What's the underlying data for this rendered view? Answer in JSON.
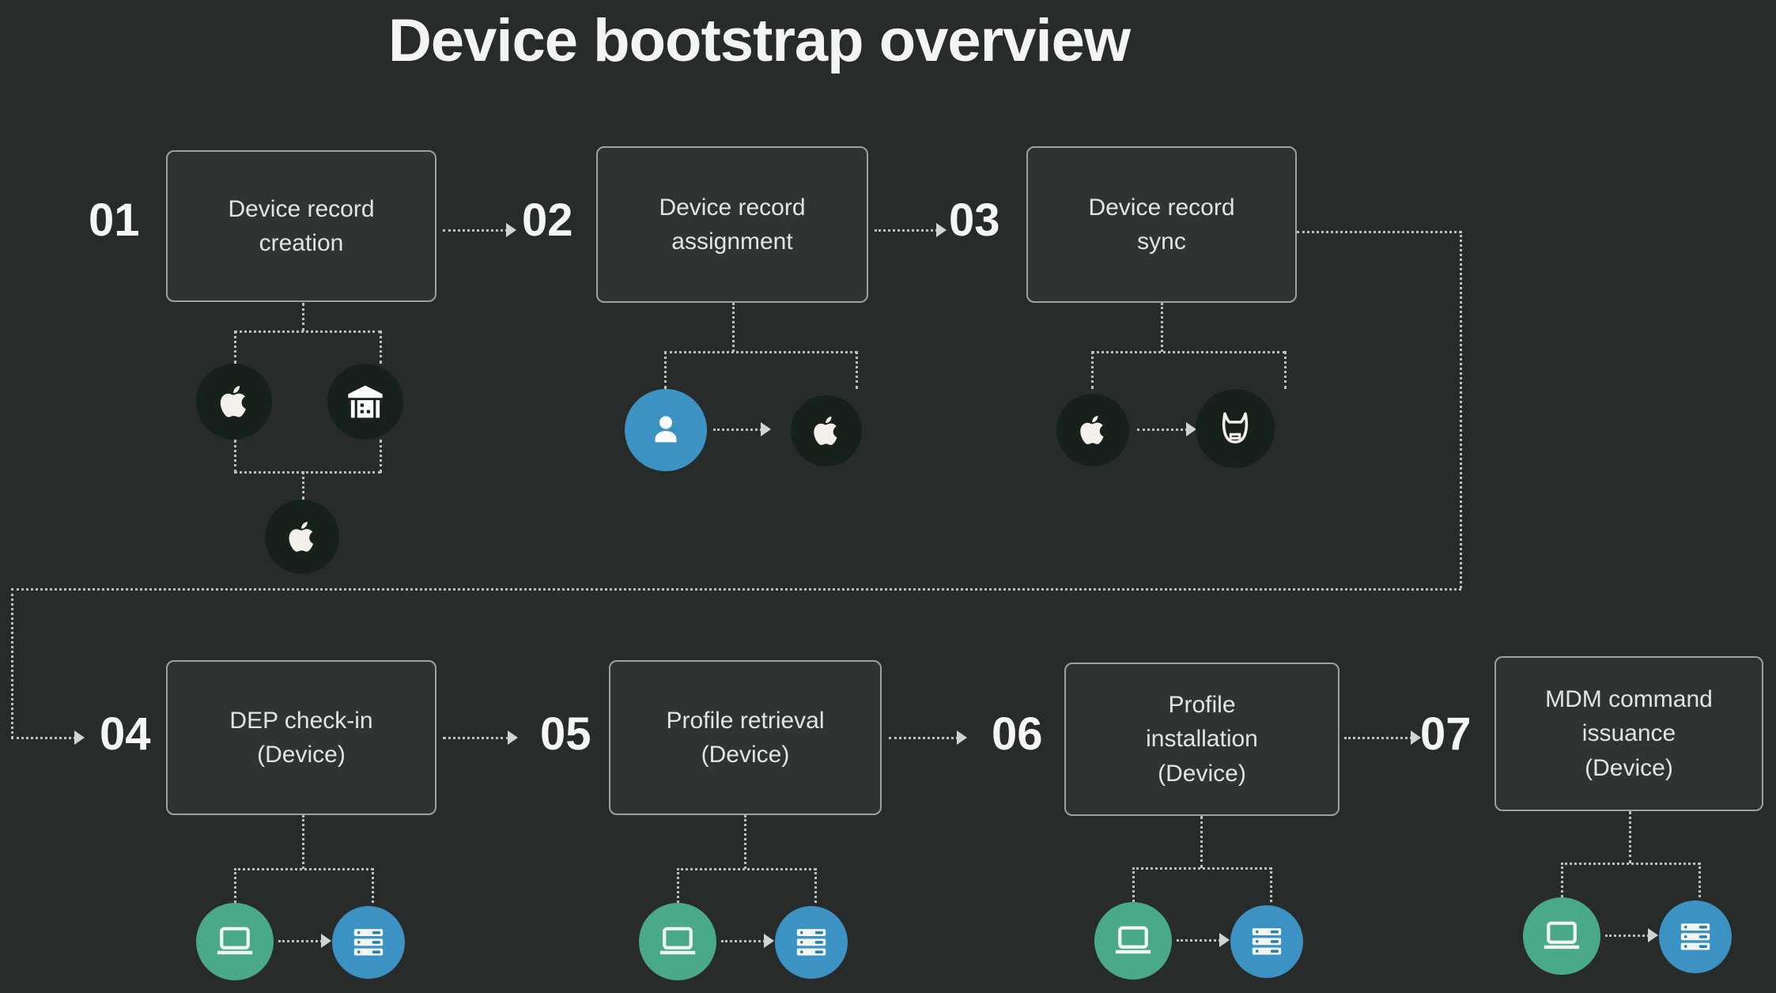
{
  "title": "Device bootstrap overview",
  "theme": {
    "background": "#272c2b",
    "box_fill": "#2e3432",
    "box_border": "#9aa3a0",
    "text": "#e2e5e2",
    "number": "#f6f7f5",
    "connector": "#b9c0bd",
    "circle_dark": "#16211c",
    "circle_blue": "#3d92c4",
    "circle_green": "#4aaa88",
    "icon_white": "#f2f0e8"
  },
  "steps": [
    {
      "number": "01",
      "label_lines": [
        "Device record",
        "creation"
      ]
    },
    {
      "number": "02",
      "label_lines": [
        "Device record",
        "assignment"
      ]
    },
    {
      "number": "03",
      "label_lines": [
        "Device record",
        "sync"
      ]
    },
    {
      "number": "04",
      "label_lines": [
        "DEP check-in",
        "(Device)"
      ]
    },
    {
      "number": "05",
      "label_lines": [
        "Profile retrieval",
        "(Device)"
      ]
    },
    {
      "number": "06",
      "label_lines": [
        "Profile",
        "installation",
        "(Device)"
      ]
    },
    {
      "number": "07",
      "label_lines": [
        "MDM command",
        "issuance",
        "(Device)"
      ]
    }
  ],
  "actors": {
    "step01": [
      {
        "icon": "apple-icon",
        "style": "dark"
      },
      {
        "icon": "warehouse-icon",
        "style": "dark"
      },
      {
        "icon": "apple-icon",
        "style": "dark"
      }
    ],
    "step02": [
      {
        "icon": "user-icon",
        "style": "blue"
      },
      {
        "icon": "apple-icon",
        "style": "dark"
      }
    ],
    "step03": [
      {
        "icon": "apple-icon",
        "style": "dark"
      },
      {
        "icon": "dog-head-icon",
        "style": "dark"
      }
    ],
    "step04": [
      {
        "icon": "laptop-icon",
        "style": "green"
      },
      {
        "icon": "server-icon",
        "style": "blue"
      }
    ],
    "step05": [
      {
        "icon": "laptop-icon",
        "style": "green"
      },
      {
        "icon": "server-icon",
        "style": "blue"
      }
    ],
    "step06": [
      {
        "icon": "laptop-icon",
        "style": "green"
      },
      {
        "icon": "server-icon",
        "style": "blue"
      }
    ],
    "step07": [
      {
        "icon": "laptop-icon",
        "style": "green"
      },
      {
        "icon": "server-icon",
        "style": "blue"
      }
    ]
  }
}
